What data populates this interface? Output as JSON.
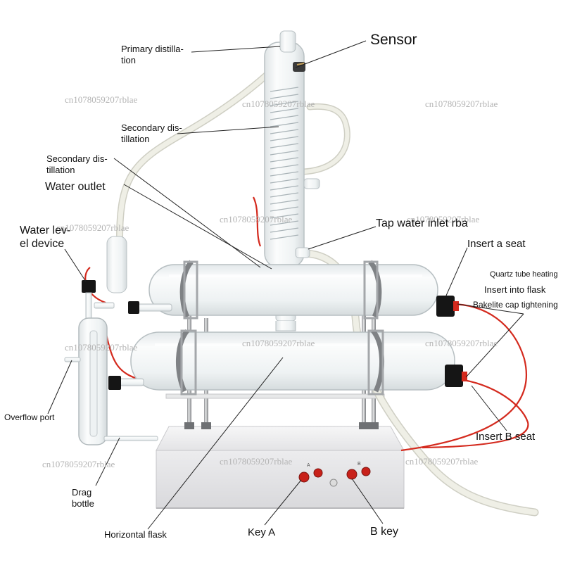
{
  "labels": {
    "sensor": "Sensor",
    "primary_distillation": "Primary distilla-\ntion",
    "secondary_distillation_1": "Secondary dis-\ntillation",
    "secondary_distillation_2": "Secondary dis-\ntillation",
    "water_outlet": "Water outlet",
    "water_level_device": "Water lev-\nel device",
    "tap_water_inlet": "Tap water inlet rba",
    "insert_a_seat": "Insert a seat",
    "quartz_tube_heating": "Quartz tube heating",
    "insert_into_flask": "Insert into flask",
    "bakelite_cap_tightening": "Bakelite cap tightening",
    "overflow_port": "Overflow port",
    "insert_b_seat": "Insert B seat",
    "drag_bottle": "Drag\nbottle",
    "horizontal_flask": "Horizontal flask",
    "key_a": "Key A",
    "b_key": "B key"
  },
  "panel": {
    "key_a_marker": "A",
    "key_b_marker": "B"
  },
  "watermark": "cn1078059207rblae",
  "colors": {
    "leader_line": "#222222",
    "heater_cable": "#d42a1e",
    "hose": "#e9e9dd",
    "glass": "#f3f6f7",
    "stand": "#ededef",
    "button": "#c8211a",
    "cap": "#151515"
  }
}
